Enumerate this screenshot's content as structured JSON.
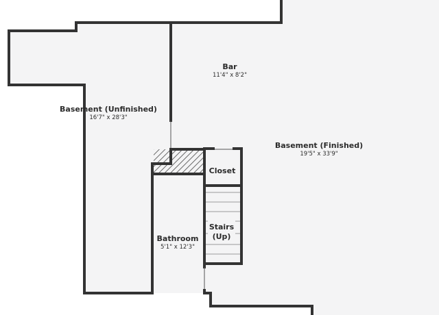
{
  "colors": {
    "floor": "#f4f4f5",
    "wall": "#333333",
    "background": "#ffffff",
    "hatch": "#4a4a4a"
  },
  "rooms": {
    "basement_unfinished": {
      "name": "Basement (Unfinished)",
      "dims": "16'7\" x 28'3\""
    },
    "bar": {
      "name": "Bar",
      "dims": "11'4\" x 8'2\""
    },
    "basement_finished": {
      "name": "Basement (Finished)",
      "dims": "19'5\" x 33'9\""
    },
    "closet": {
      "name": "Closet"
    },
    "stairs": {
      "name_line1": "Stairs",
      "name_line2": "(Up)"
    },
    "bathroom": {
      "name": "Bathroom",
      "dims": "5'1\" x 12'3\""
    }
  }
}
